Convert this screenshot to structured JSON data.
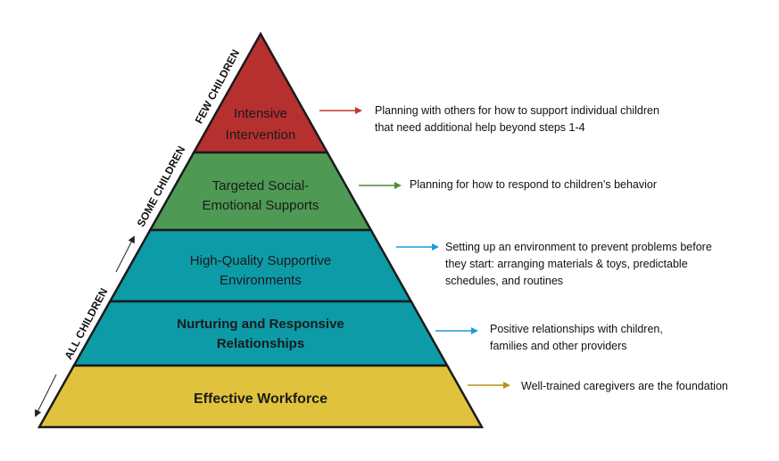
{
  "tiers": [
    {
      "lines": [
        "Intensive",
        "Intervention"
      ],
      "color": "#b73030",
      "bold": false,
      "description": [
        "Planning with others for how to support individual children",
        "that need additional help beyond steps 1-4"
      ],
      "arrow_color": "#c0392b"
    },
    {
      "lines": [
        "Targeted Social-",
        "Emotional Supports"
      ],
      "color": "#4e9a55",
      "bold": false,
      "description": [
        "Planning for how to respond to children’s behavior"
      ],
      "arrow_color": "#4e8a3a"
    },
    {
      "lines": [
        "High-Quality Supportive",
        "Environments"
      ],
      "color": "#0d9ba8",
      "bold": false,
      "description": [
        "Setting up an environment to prevent problems before",
        "they start: arranging materials & toys, predictable",
        "schedules, and routines"
      ],
      "arrow_color": "#1e9ad6"
    },
    {
      "lines": [
        "Nurturing and Responsive",
        "Relationships"
      ],
      "color": "#0d9ba8",
      "bold": true,
      "description": [
        "Positive relationships with children,",
        "families and other providers"
      ],
      "arrow_color": "#1e9ad6"
    },
    {
      "lines": [
        "Effective Workforce"
      ],
      "color": "#e0c23c",
      "bold": true,
      "description": [
        "Well-trained caregivers are the foundation"
      ],
      "arrow_color": "#b8901a"
    }
  ],
  "side_labels": {
    "few": "FEW CHILDREN",
    "some": "SOME CHILDREN",
    "all": "ALL CHILDREN"
  }
}
